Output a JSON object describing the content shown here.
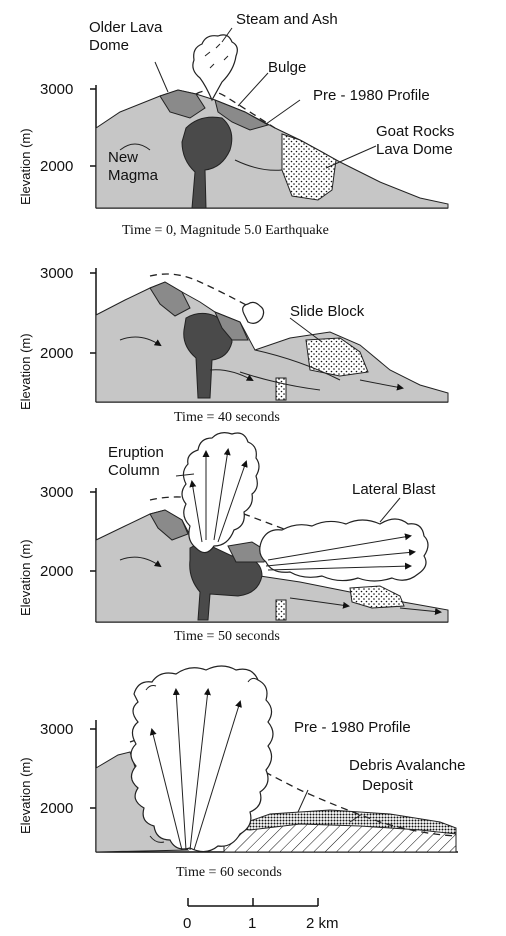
{
  "panel1": {
    "labels": {
      "older_lava_dome": [
        "Older Lava",
        "Dome"
      ],
      "steam_ash": "Steam and Ash",
      "bulge": "Bulge",
      "pre1980": "Pre - 1980 Profile",
      "goat_rocks": [
        "Goat Rocks",
        "Lava Dome"
      ],
      "new_magma": [
        "New",
        "Magma"
      ]
    },
    "ylabel": "Elevation (m)",
    "ticks": [
      "3000",
      "2000"
    ],
    "caption": "Time = 0,  Magnitude 5.0 Earthquake"
  },
  "panel2": {
    "labels": {
      "slide_block": "Slide Block"
    },
    "ylabel": "Elevation (m)",
    "ticks": [
      "3000",
      "2000"
    ],
    "caption": "Time = 40 seconds"
  },
  "panel3": {
    "labels": {
      "eruption_column": [
        "Eruption",
        "Column"
      ],
      "lateral_blast": "Lateral Blast"
    },
    "ylabel": "Elevation (m)",
    "ticks": [
      "3000",
      "2000"
    ],
    "caption": "Time = 50 seconds"
  },
  "panel4": {
    "labels": {
      "pre1980": "Pre - 1980 Profile",
      "debris": [
        "Debris Avalanche",
        "Deposit"
      ]
    },
    "ylabel": "Elevation (m)",
    "ticks": [
      "3000",
      "2000"
    ],
    "caption": "Time = 60 seconds"
  },
  "scale": {
    "labels": [
      "0",
      "1",
      "2 km"
    ]
  },
  "colors": {
    "cone": "#c6c6c6",
    "dome": "#8a8a8a",
    "magma": "#4a4a4a"
  }
}
